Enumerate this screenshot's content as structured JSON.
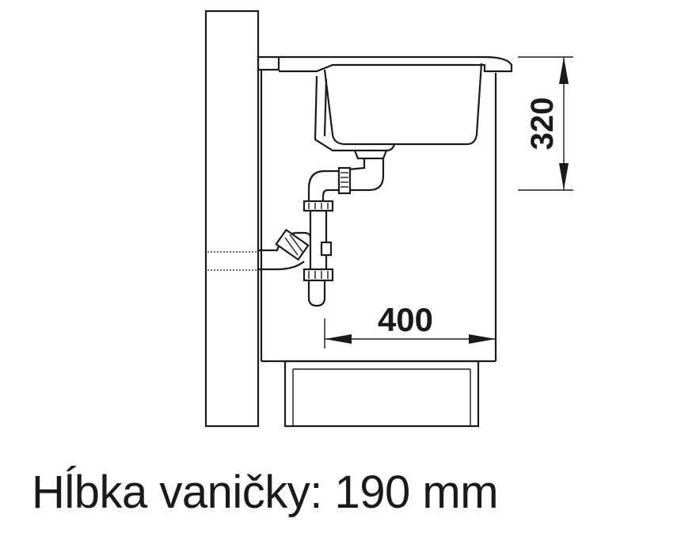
{
  "dimensions": {
    "height_label": "320",
    "depth_label": "400"
  },
  "caption": "Hĺbka vaničky: 190 mm"
}
